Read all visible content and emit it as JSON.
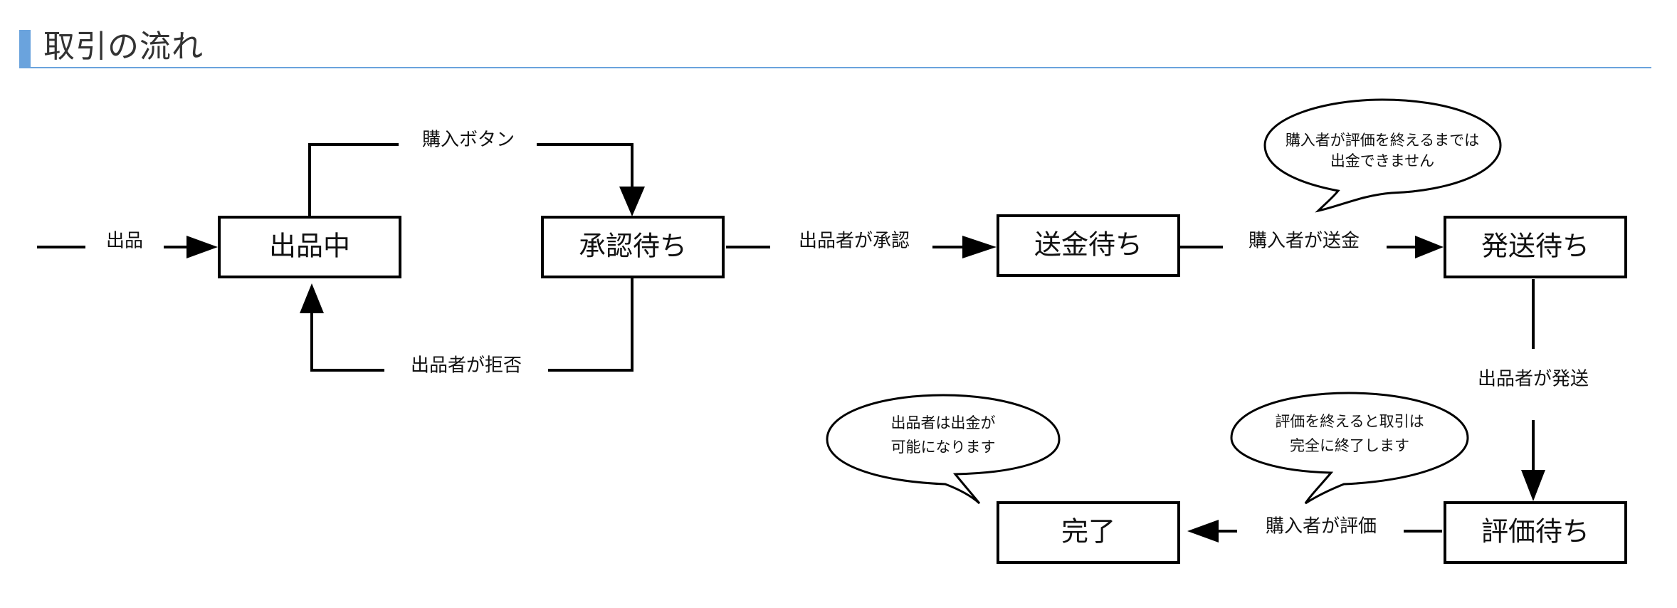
{
  "heading": {
    "title": "取引の流れ"
  },
  "states": {
    "listing": "出品中",
    "awaiting_approval": "承認待ち",
    "awaiting_payment": "送金待ち",
    "awaiting_shipping": "発送待ち",
    "awaiting_review": "評価待ち",
    "completed": "完了"
  },
  "transitions": {
    "list": "出品",
    "purchase_button": "購入ボタン",
    "seller_rejects": "出品者が拒否",
    "seller_approves": "出品者が承認",
    "buyer_pays": "購入者が送金",
    "seller_ships": "出品者が発送",
    "buyer_reviews": "購入者が評価"
  },
  "notes": {
    "no_withdrawal": [
      "購入者が評価を終えるまでは",
      "出金できません"
    ],
    "trade_ends": [
      "評価を終えると取引は",
      "完全に終了します"
    ],
    "can_withdraw": [
      "出品者は出金が",
      "可能になります"
    ]
  }
}
